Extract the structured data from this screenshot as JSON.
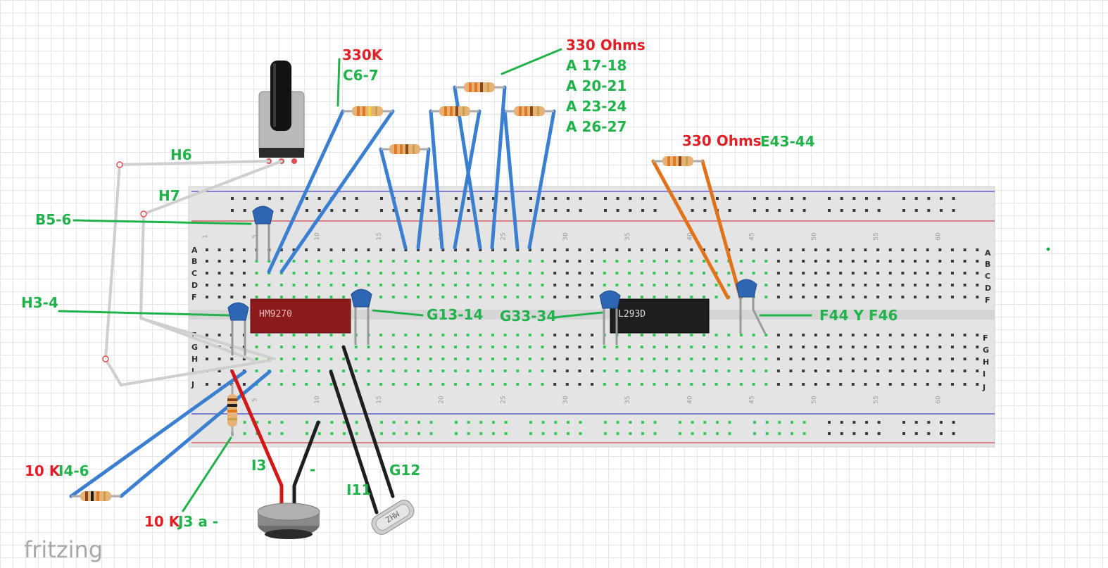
{
  "app": {
    "logo": "fritzing"
  },
  "colors": {
    "annotation_red": "#e01f26",
    "annotation_green": "#22b24c",
    "wire_blue": "#3b7fd1",
    "wire_gray": "#d4d4d4",
    "wire_orange": "#e0731a",
    "wire_black": "#1e1e1e",
    "wire_red": "#d01818",
    "breadboard": "#e4e4e4",
    "chip_red": "#8b1a1a",
    "chip_black": "#1e1e1e",
    "capacitor": "#2f66b3",
    "rail_red": "#d02020",
    "rail_blue": "#2020c0"
  },
  "breadboard": {
    "rows_top": [
      "A",
      "B",
      "C",
      "D",
      "F"
    ],
    "rows_bottom": [
      "F",
      "G",
      "H",
      "I",
      "J"
    ],
    "rows_top_right": [
      "A",
      "B",
      "C",
      "D",
      "F"
    ],
    "rows_bottom_right": [
      "F",
      "G",
      "H",
      "I",
      "J"
    ],
    "col_numbers": [
      "1",
      "5",
      "10",
      "15",
      "20",
      "25",
      "30",
      "35",
      "40",
      "45",
      "50",
      "55",
      "60"
    ]
  },
  "chips": {
    "hm9270": "HM9270",
    "l293d": "L293D"
  },
  "crystal_label": "MHZ",
  "annotations": {
    "r330k": "330K",
    "c6_7": "C6-7",
    "r330_ohms_top": "330 Ohms",
    "a17_18": "A 17-18",
    "a20_21": "A 20-21",
    "a23_24": "A 23-24",
    "a26_27": "A 26-27",
    "r330_ohms_right": "330 Ohms",
    "e43_44": "E43-44",
    "h6": "H6",
    "h7": "H7",
    "b5_6": "B5-6",
    "h3_4": "H3-4",
    "g13_14": "G13-14",
    "g33_34": "G33-34",
    "f44_f46": "F44 Y F46",
    "i3": "I3",
    "minus": "-",
    "g12": "G12",
    "i11": "I11",
    "r10k_a": "10 K",
    "i4_6": "I4-6",
    "r10k_b": "10 K",
    "j3_a": "J3 a -"
  }
}
